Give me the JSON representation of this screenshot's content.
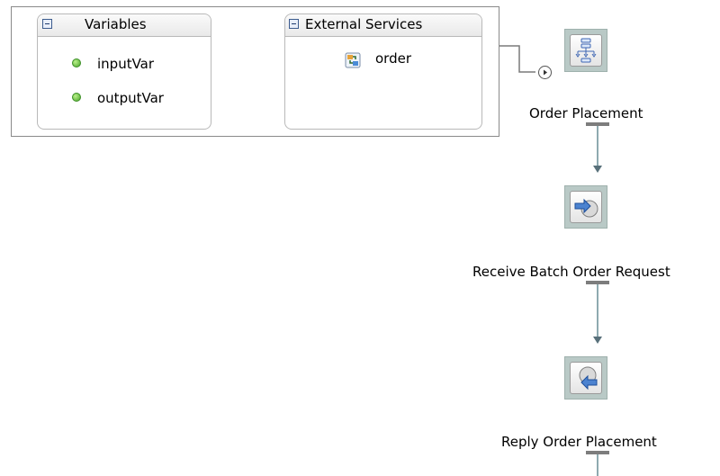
{
  "variables": {
    "title": "Variables",
    "items": [
      {
        "name": "inputVar"
      },
      {
        "name": "outputVar"
      }
    ]
  },
  "external_services": {
    "title": "External Services",
    "items": [
      {
        "name": "order",
        "icon": "partner-link-icon"
      }
    ]
  },
  "process": {
    "nodes": [
      {
        "label": "Order Placement",
        "icon": "process-flow-icon"
      },
      {
        "label": "Receive Batch Order Request",
        "icon": "receive-icon"
      },
      {
        "label": "Reply Order Placement",
        "icon": "reply-icon"
      }
    ]
  },
  "colors": {
    "variable_dot": "#4aa52a",
    "activity_frame": "#b9c9c6",
    "connector_line": "#8eaab0"
  }
}
